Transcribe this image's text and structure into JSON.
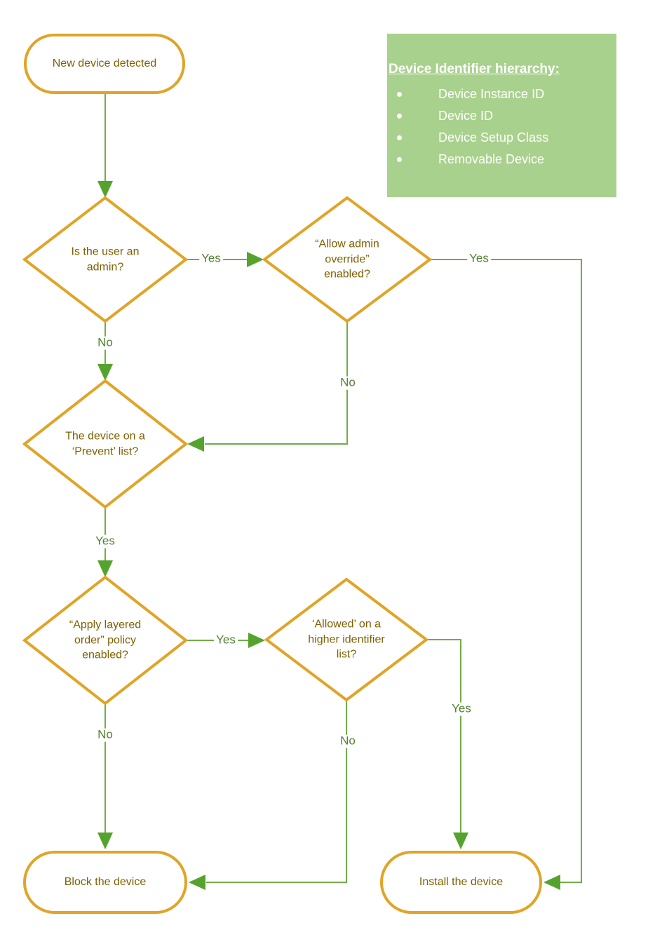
{
  "colors": {
    "shape_border": "#E1A427",
    "shape_text": "#7F6000",
    "connector_line": "#70AD47",
    "arrowhead": "#55A32C",
    "edge_label_text": "#538135",
    "info_box_bg": "#A9D18E",
    "info_box_text": "#FFFFFF"
  },
  "nodes": {
    "start": {
      "type": "terminator",
      "label": "New device detected"
    },
    "is_admin": {
      "type": "decision",
      "label": "Is the user an\nadmin?"
    },
    "allow_override": {
      "type": "decision",
      "label": "“Allow admin\noverride”\nenabled?"
    },
    "prevent_list": {
      "type": "decision",
      "label": "The device on a\n‘Prevent’ list?"
    },
    "layered_order": {
      "type": "decision",
      "label": "“Apply layered\norder” policy\nenabled?"
    },
    "allowed_higher": {
      "type": "decision",
      "label": "‘Allowed’ on a\nhigher identifier\nlist?"
    },
    "block": {
      "type": "terminator",
      "label": "Block the device"
    },
    "install": {
      "type": "terminator",
      "label": "Install the device"
    }
  },
  "edges": {
    "is_admin_yes": {
      "label": "Yes",
      "from": "is_admin",
      "to": "allow_override"
    },
    "is_admin_no": {
      "label": "No",
      "from": "is_admin",
      "to": "prevent_list"
    },
    "allow_override_yes": {
      "label": "Yes",
      "from": "allow_override",
      "to": "install"
    },
    "allow_override_no": {
      "label": "No",
      "from": "allow_override",
      "to": "prevent_list"
    },
    "prevent_yes": {
      "label": "Yes",
      "from": "prevent_list",
      "to": "layered_order"
    },
    "layered_yes": {
      "label": "Yes",
      "from": "layered_order",
      "to": "allowed_higher"
    },
    "layered_no": {
      "label": "No",
      "from": "layered_order",
      "to": "block"
    },
    "allowed_yes": {
      "label": "Yes",
      "from": "allowed_higher",
      "to": "install"
    },
    "allowed_no": {
      "label": "No",
      "from": "allowed_higher",
      "to": "block"
    }
  },
  "info_box": {
    "title": "Device Identifier hierarchy:",
    "items": [
      "Device Instance ID",
      "Device ID",
      "Device Setup Class",
      "Removable Device"
    ]
  }
}
